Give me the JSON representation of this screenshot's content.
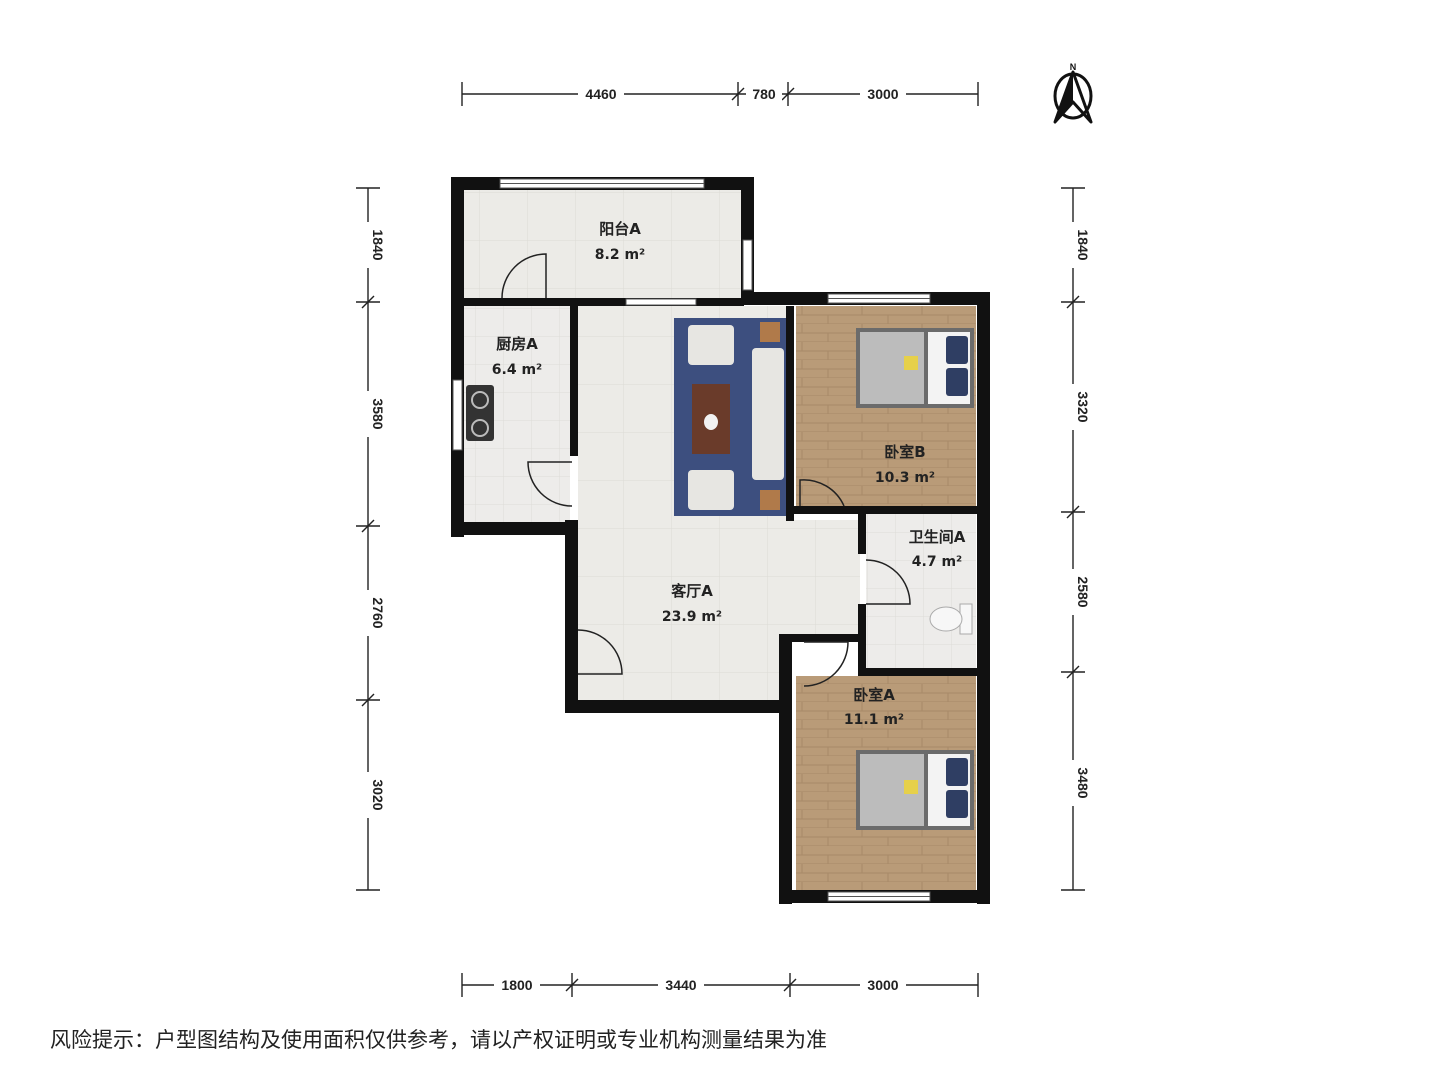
{
  "rooms": {
    "balcony": {
      "label": "阳台A",
      "area": "8.2 m²"
    },
    "kitchen": {
      "label": "厨房A",
      "area": "6.4 m²"
    },
    "living": {
      "label": "客厅A",
      "area": "23.9 m²"
    },
    "bedroom_b": {
      "label": "卧室B",
      "area": "10.3 m²"
    },
    "bathroom": {
      "label": "卫生间A",
      "area": "4.7 m²"
    },
    "bedroom_a": {
      "label": "卧室A",
      "area": "11.1 m²"
    }
  },
  "dimensions": {
    "top": [
      "4460",
      "780",
      "3000"
    ],
    "bottom": [
      "1800",
      "3440",
      "3000"
    ],
    "left": [
      "1840",
      "3580",
      "2760",
      "3020"
    ],
    "right": [
      "1840",
      "3320",
      "2580",
      "3480"
    ]
  },
  "compass": {
    "label": "N"
  },
  "disclaimer": "风险提示：户型图结构及使用面积仅供参考，请以产权证明或专业机构测量结果为准",
  "colors": {
    "wall": "#111111",
    "tile": "#e9e8e4",
    "wood": "#b89a77",
    "rug": "#3d4f7f"
  }
}
